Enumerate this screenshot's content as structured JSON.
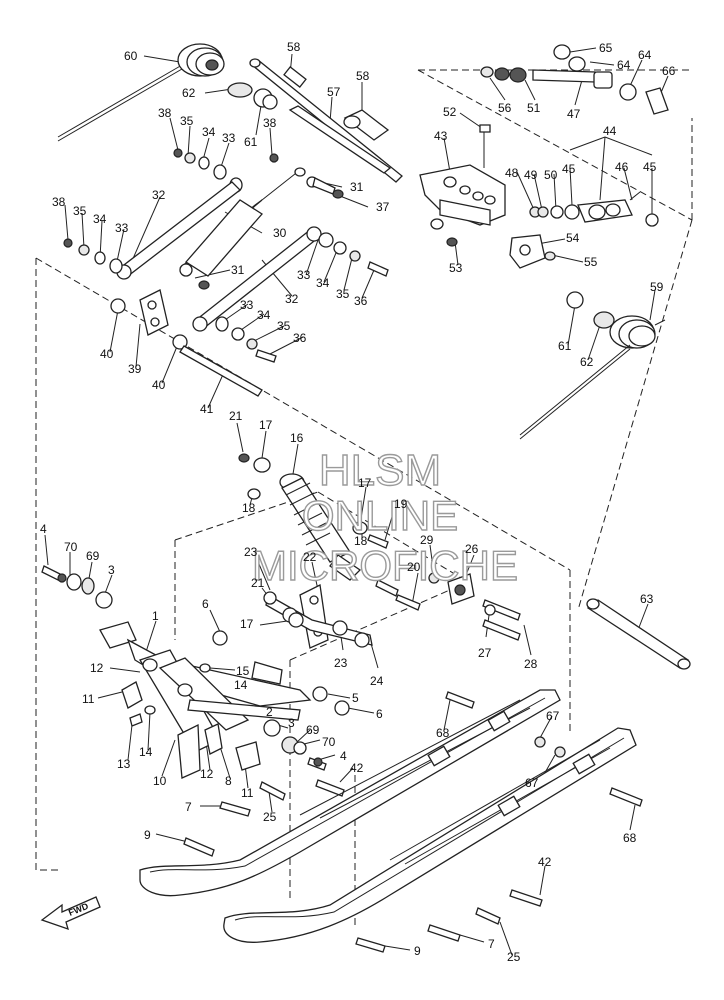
{
  "watermark": {
    "line1": "HLSM",
    "line2": "ONLINE",
    "line3": "MICROFICHE"
  },
  "fwd_label": "FWD",
  "callouts": {
    "p60": "60",
    "p58a": "58",
    "p58b": "58",
    "p65": "65",
    "p64a": "64",
    "p64b": "64",
    "p66": "66",
    "p62a": "62",
    "p57": "57",
    "p56": "56",
    "p51": "51",
    "p47": "47",
    "p38a": "38",
    "p35a": "35",
    "p34a": "34",
    "p33a": "33",
    "p61a": "61",
    "p38b": "38",
    "p52": "52",
    "p43": "43",
    "p44": "44",
    "p31a": "31",
    "p37": "37",
    "p48": "48",
    "p49": "49",
    "p50": "50",
    "p45a": "45",
    "p46": "46",
    "p45b": "45",
    "p32a": "32",
    "p38c": "38",
    "p35b": "35",
    "p34b": "34",
    "p33b": "33",
    "p30": "30",
    "p54": "54",
    "p53": "53",
    "p55": "55",
    "p31b": "31",
    "p33c": "33",
    "p34c": "34",
    "p35c": "35",
    "p36a": "36",
    "p32b": "32",
    "p59": "59",
    "p33d": "33",
    "p34d": "34",
    "p35d": "35",
    "p36b": "36",
    "p40a": "40",
    "p39": "39",
    "p40b": "40",
    "p61b": "61",
    "p62b": "62",
    "p41": "41",
    "p21a": "21",
    "p17a": "17",
    "p16": "16",
    "p17b": "17",
    "p18a": "18",
    "p19": "19",
    "p18b": "18",
    "p4a": "4",
    "p70a": "70",
    "p69a": "69",
    "p3a": "3",
    "p23a": "23",
    "p22": "22",
    "p29": "29",
    "p26": "26",
    "p21b": "21",
    "p20": "20",
    "p6a": "6",
    "p17c": "17",
    "p1": "1",
    "p63": "63",
    "p27": "27",
    "p28": "28",
    "p23b": "23",
    "p24": "24",
    "p12a": "12",
    "p15": "15",
    "p14a": "14",
    "p11a": "11",
    "p5": "5",
    "p2": "2",
    "p6b": "6",
    "p68a": "68",
    "p67a": "67",
    "p13": "13",
    "p14b": "14",
    "p3b": "3",
    "p69b": "69",
    "p70b": "70",
    "p4b": "4",
    "p42a": "42",
    "p10": "10",
    "p12b": "12",
    "p8": "8",
    "p11b": "11",
    "p67b": "67",
    "p7a": "7",
    "p25a": "25",
    "p68b": "68",
    "p9a": "9",
    "p42b": "42",
    "p7b": "7",
    "p25b": "25",
    "p9b": "9"
  }
}
